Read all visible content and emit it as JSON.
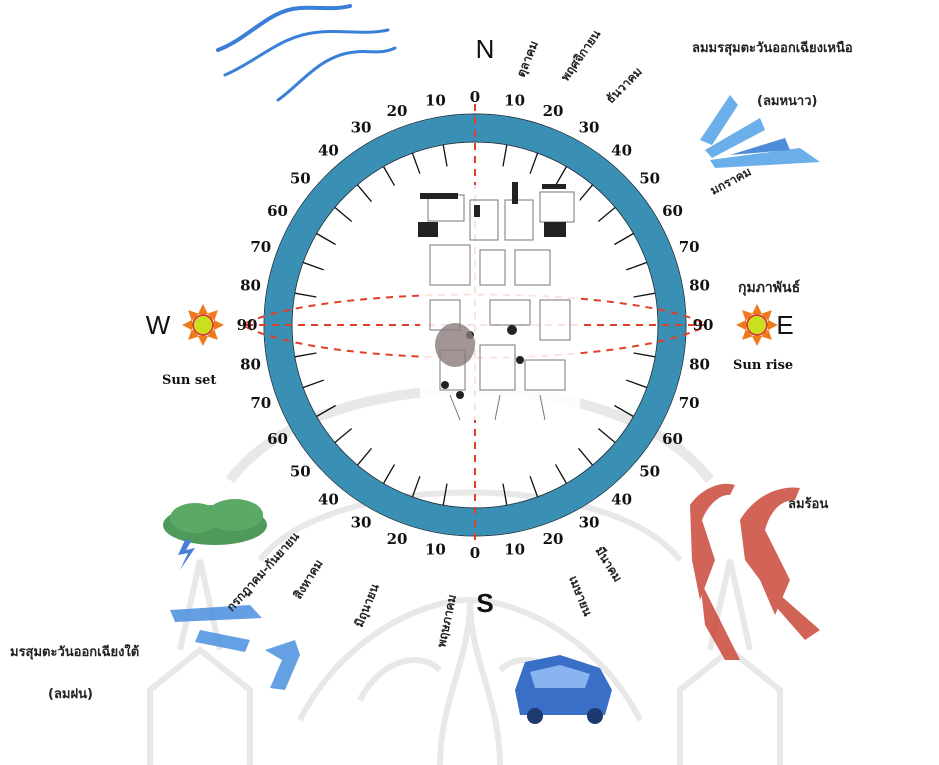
{
  "compass": {
    "north": "N",
    "south": "S",
    "east": "E",
    "west": "W",
    "degree_labels": [
      "0",
      "10",
      "20",
      "30",
      "40",
      "50",
      "60",
      "70",
      "80",
      "90"
    ]
  },
  "sun": {
    "set_label": "Sun set",
    "rise_label": "Sun rise",
    "color": "#f07a1a"
  },
  "months": {
    "oct": "ตุลาคม",
    "nov": "พฤศจิกายน",
    "dec": "ธันวาคม",
    "jan": "มกราคม",
    "feb": "กุมภาพันธ์",
    "mar": "มีนาคม",
    "apr": "เมษายน",
    "may": "พฤษภาคม",
    "jun": "มิถุนายน",
    "jul": "สิงหาคม",
    "aug": "กรกฎาคม-กันยายน"
  },
  "winds": {
    "northeast_monsoon": "ลมมรสุมตะวันออกเฉียงเหนือ",
    "winter_wind": "(ลมหนาว)",
    "hot_wind": "ลมร้อน",
    "southwest_monsoon": "มรสุมตะวันออกเฉียงใต้",
    "rain_wind": "(ลมฝน)"
  },
  "colors": {
    "ring": "#3a8fb5",
    "ring_dark": "#2a6f8f",
    "axis_dash": "#e0402a",
    "cool_wind": "#3a7fd8",
    "hot_wind": "#c23a2a",
    "cloud": "#4f9a5a"
  }
}
